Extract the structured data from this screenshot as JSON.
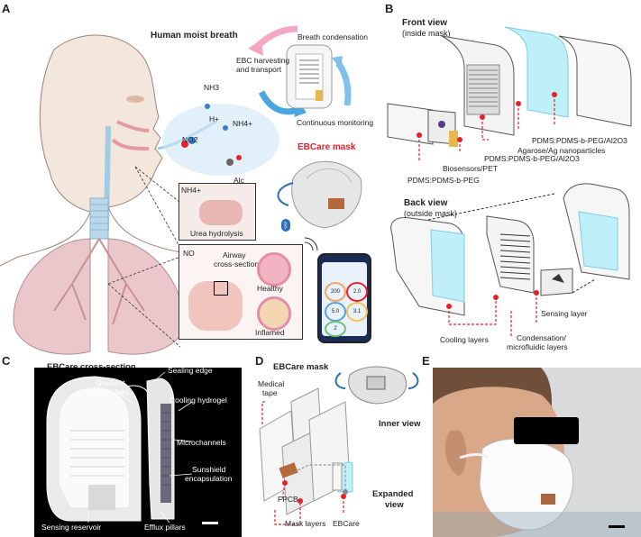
{
  "panels": {
    "A": {
      "letter": "A",
      "title": "Human moist breath",
      "labels": {
        "breath_condensation": "Breath condensation",
        "ebc_harvesting_l1": "EBC harvesting",
        "ebc_harvesting_l2": "and transport",
        "continuous_monitoring": "Continuous monitoring",
        "ebcare_mask": "EBCare mask",
        "nh3": "NH3",
        "h_plus": "H+",
        "nh4": "NH4+",
        "no2": "NO2",
        "alc": "Alc",
        "urea_hydrolysis": "Urea hydrolysis",
        "nh4_inset": "NH4+",
        "airway_l1": "Airway",
        "airway_l2": "cross-section",
        "no_small": "NO",
        "healthy": "Healthy",
        "inflamed": "Inflamed"
      }
    },
    "B": {
      "letter": "B",
      "front_view_l1": "Front view",
      "front_view_l2": "(inside mask)",
      "back_view_l1": "Back view",
      "back_view_l2": "(outside mask)",
      "labels": {
        "pdms_peg_al2o3_top": "PDMS:PDMS-b-PEG/Al2O3",
        "agarose": "Agarose/Ag nanoparticles",
        "pdms_peg_al2o3_mid": "PDMS:PDMS-b-PEG/Al2O3",
        "biosensors": "Biosensors/PET",
        "pdms_peg": "PDMS:PDMS-b-PEG",
        "sensing_layer": "Sensing layer",
        "cooling_layers": "Cooling layers",
        "condensation_l1": "Condensation/",
        "condensation_l2": "microfluidic layers"
      }
    },
    "C": {
      "letter": "C",
      "title": "EBCare cross-section",
      "labels": {
        "gradient_l1": "Gradient",
        "gradient_l2": "micropillars",
        "sealing_edge": "Sealing edge",
        "cooling_hydrogel": "Cooling hydrogel",
        "microchannels": "Microchannels",
        "sunshield_l1": "Sunshield",
        "sunshield_l2": "encapsulation",
        "sensing_reservoir": "Sensing reservoir",
        "efflux_pillars": "Efflux pillars"
      }
    },
    "D": {
      "letter": "D",
      "title": "EBCare mask",
      "labels": {
        "medical_l1": "Medical",
        "medical_l2": "tape",
        "inner_view": "Inner view",
        "fpcb": "FPCB",
        "mask_layers": "Mask layers",
        "ebcare": "EBCare",
        "expanded_l1": "Expanded",
        "expanded_l2": "view"
      }
    },
    "E": {
      "letter": "E"
    }
  },
  "phone_readouts": [
    "200",
    "2.0",
    "5.0",
    "3.1",
    "2"
  ],
  "colors": {
    "accent_red": "#e8202a",
    "cyan": "#bff0fa",
    "blue_arrow": "#4aa6e0",
    "pink_arrow": "#f4a7c4",
    "lung_pink": "#e9c7cb"
  }
}
